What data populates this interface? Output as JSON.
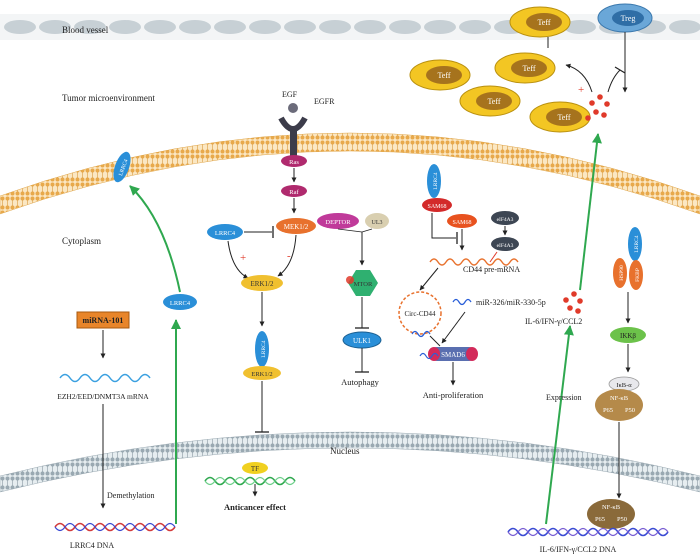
{
  "regions": {
    "blood_vessel": "Blood vessel",
    "tumor_microenvironment": "Tumor microenvironment",
    "cytoplasm": "Cytoplasm",
    "nucleus": "Nucleus",
    "expression": "Expression"
  },
  "cells": {
    "teff": "Teff",
    "treg": "Treg"
  },
  "receptor": {
    "egf": "EGF",
    "egfr": "EGFR"
  },
  "mapk": {
    "ras": "Ras",
    "raf": "Raf",
    "lrrc4": "LRRC4",
    "mek": "MEK1/2",
    "erk": "ERK1/2",
    "lrrc4_bound": "LRRC4",
    "erk_bound": "ERK1/2",
    "tf": "TF",
    "outcome": "Anticancer effect",
    "plus": "+",
    "minus": "-"
  },
  "autophagy": {
    "deptor": "DEPTOR",
    "ul3": "UL3",
    "mtor": "MTOR",
    "ulk1": "ULK1",
    "outcome": "Autophagy"
  },
  "proliferation": {
    "lrrc4": "LRRC4",
    "sam68": "SAM68",
    "sam68_free": "SAM68",
    "eif4a3": "eIF4A3",
    "eif4a3_bound": "eIF4A3",
    "pre_mrna": "CD44 pre-mRNA",
    "circ": "Circ-CD44",
    "mirna": "miR-326/miR-330-5p",
    "smad6": "SMAD6",
    "outcome": "Anti-proliferation"
  },
  "left": {
    "lrrc4_membrane": "LRRC4",
    "lrrc4_cyto": "LRRC4",
    "mirna": "miRNA-101",
    "mrna": "EZH2/EED/DNMT3A mRNA",
    "demethylation": "Demethylation",
    "dna": "LRRC4 DNA"
  },
  "nfkb": {
    "lrrc4": "LRRC4",
    "hsp90": "HSP90",
    "fkbp": "FKBP",
    "ikkb": "IKKβ",
    "ikba": "IκB-α",
    "nfkb": "NF-κB",
    "p65": "P65",
    "p50": "P50",
    "cytokines": "IL-6/IFN-γ/CCL2",
    "dna": "IL-6/IFN-γ/CCL2 DNA",
    "plus": "+"
  },
  "colors": {
    "teff": "#f3c623",
    "treg": "#6aa7d8",
    "lrrc4": "#2a8fd8",
    "green_arrow": "#2fa84f",
    "membrane": "#f2c97d",
    "red": "#e03a2a"
  }
}
